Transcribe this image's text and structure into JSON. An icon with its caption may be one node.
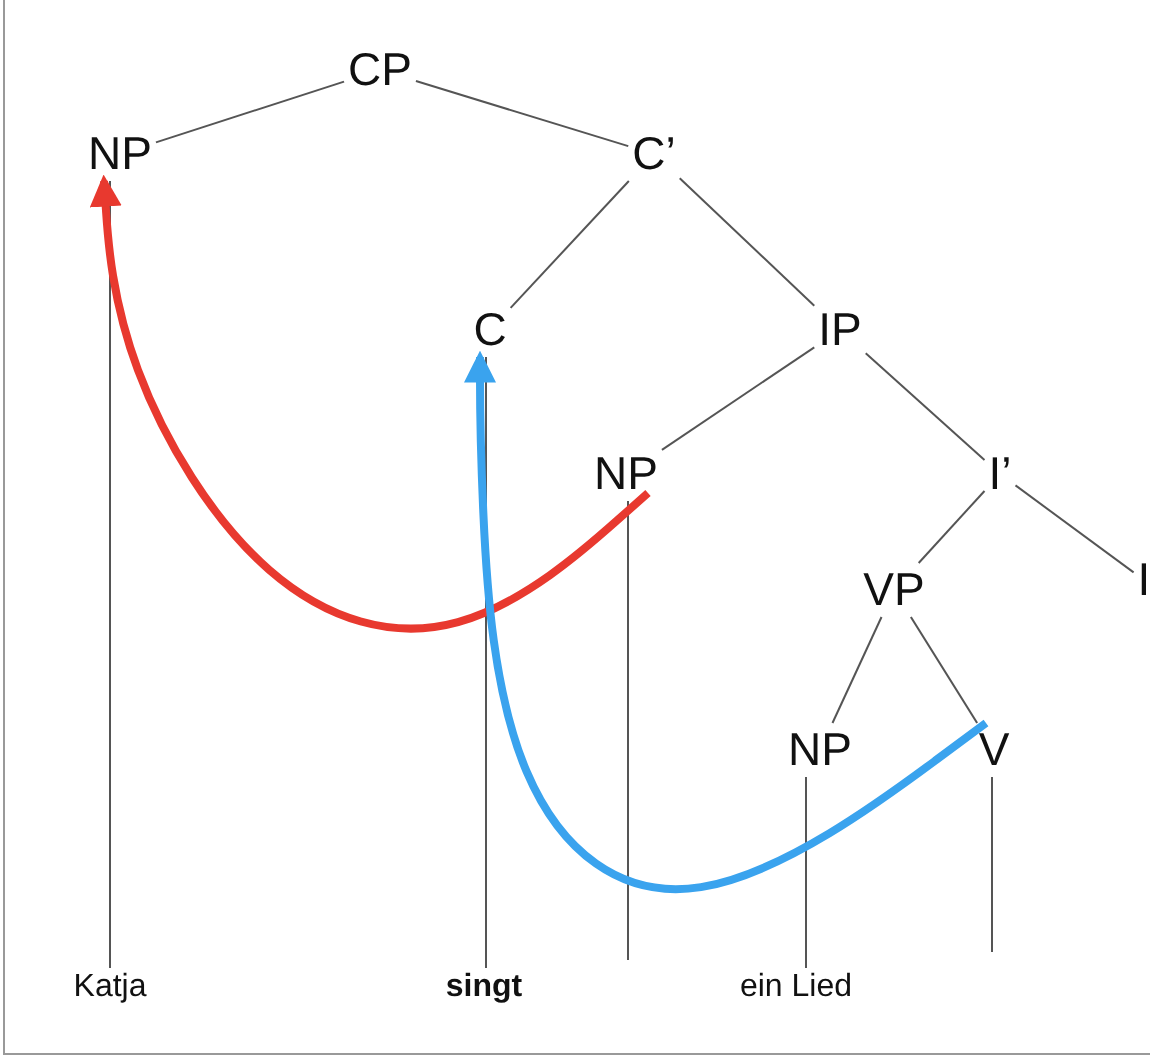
{
  "diagram": {
    "nodes": [
      {
        "text": [
          "CP"
        ]
      },
      {
        "text": [
          "NP"
        ]
      },
      {
        "text": [
          "C’"
        ]
      },
      {
        "text": [
          "C"
        ]
      },
      {
        "text": [
          "IP"
        ]
      },
      {
        "text": [
          "NP"
        ]
      },
      {
        "text": [
          "I’"
        ]
      },
      {
        "text": [
          "I"
        ]
      },
      {
        "text": [
          "VP"
        ]
      },
      {
        "text": [
          "NP"
        ]
      },
      {
        "text": [
          "V"
        ]
      },
      {
        "text": [
          "Katja"
        ]
      },
      {
        "text": [
          "singt"
        ]
      },
      {
        "text": [
          "ein Lied"
        ]
      }
    ],
    "edges": [
      {
        "from": 0,
        "to": 1,
        "arrow": "none"
      },
      {
        "from": 0,
        "to": 2,
        "arrow": "none"
      },
      {
        "from": 2,
        "to": 3,
        "arrow": "none"
      },
      {
        "from": 2,
        "to": 4,
        "arrow": "none"
      },
      {
        "from": 4,
        "to": 5,
        "arrow": "none"
      },
      {
        "from": 4,
        "to": 6,
        "arrow": "none"
      },
      {
        "from": 6,
        "to": 8,
        "arrow": "none"
      },
      {
        "from": 6,
        "to": 7,
        "arrow": "none"
      },
      {
        "from": 8,
        "to": 9,
        "arrow": "none"
      },
      {
        "from": 8,
        "to": 10,
        "arrow": "none"
      },
      {
        "from": 1,
        "to": 11,
        "arrow": "none"
      },
      {
        "from": 3,
        "to": 12,
        "arrow": "none"
      },
      {
        "from": 5,
        "to": null,
        "arrow": "none"
      },
      {
        "from": 9,
        "to": 13,
        "arrow": "none"
      },
      {
        "from": 10,
        "to": null,
        "arrow": "none"
      },
      {
        "from": 5,
        "to": 1,
        "arrow": "to",
        "style": "thick",
        "color": "#e8392f"
      },
      {
        "from": 10,
        "to": 3,
        "arrow": "to",
        "style": "thick",
        "color": "#3aa3ee"
      }
    ]
  }
}
